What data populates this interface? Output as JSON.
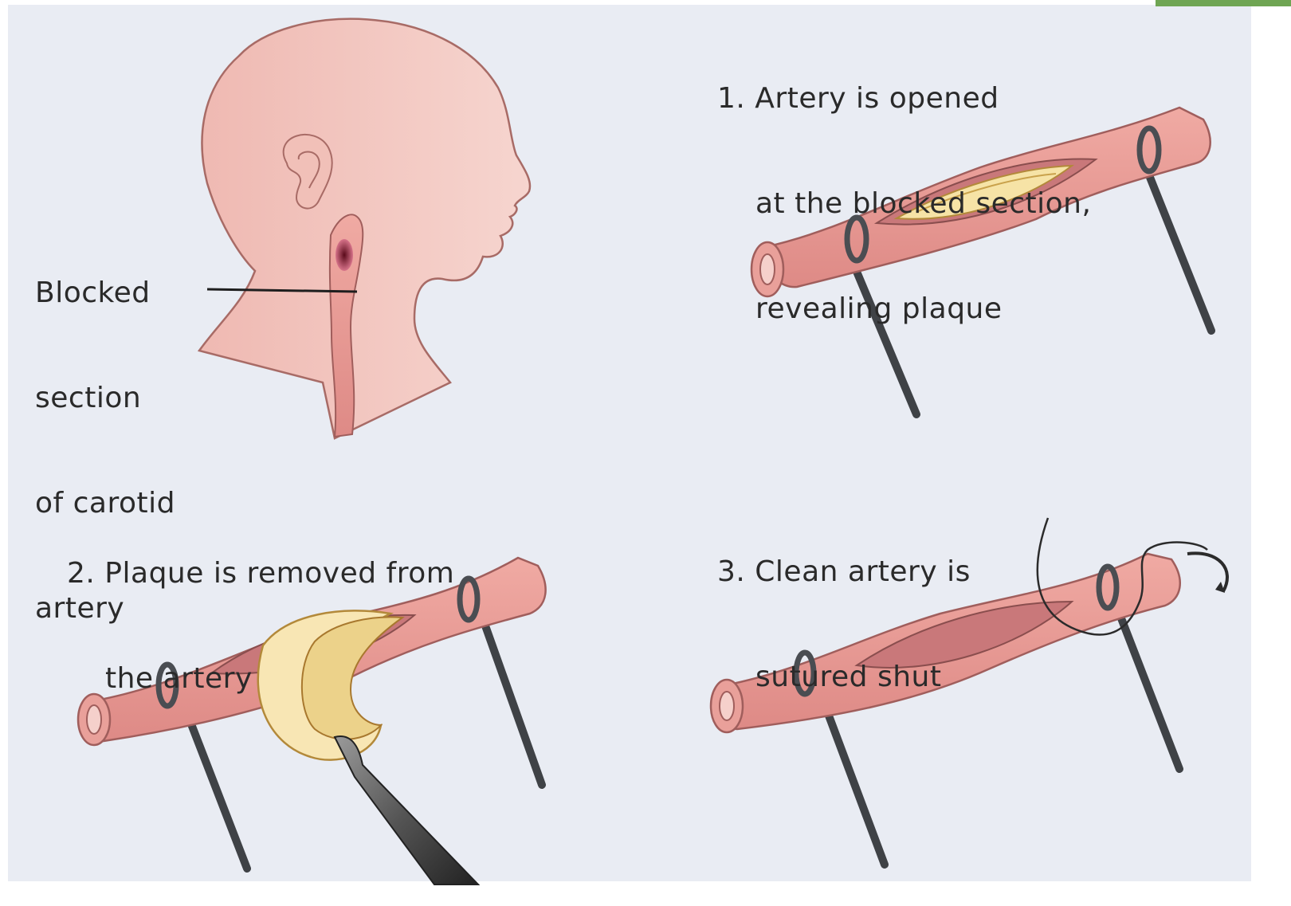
{
  "labels": {
    "blocked_section": [
      "Blocked",
      "section",
      "of carotid",
      "artery"
    ],
    "step1": [
      "1. Artery is opened",
      "at the blocked section,",
      "revealing plaque"
    ],
    "step2": [
      "2. Plaque is removed from",
      "the artery"
    ],
    "step3": [
      "3. Clean artery is",
      "sutured shut"
    ]
  },
  "colors": {
    "background": "#e9ecf3",
    "skin": "#f0c4bc",
    "artery": "#e79a94",
    "artery_inner": "#c9787a",
    "plaque": "#f6e3a6",
    "clamp": "#555a60",
    "accent_green": "#6fa553"
  },
  "icons": [
    "head-profile",
    "artery-clamp",
    "scalpel-icon",
    "suture-needle-icon"
  ]
}
